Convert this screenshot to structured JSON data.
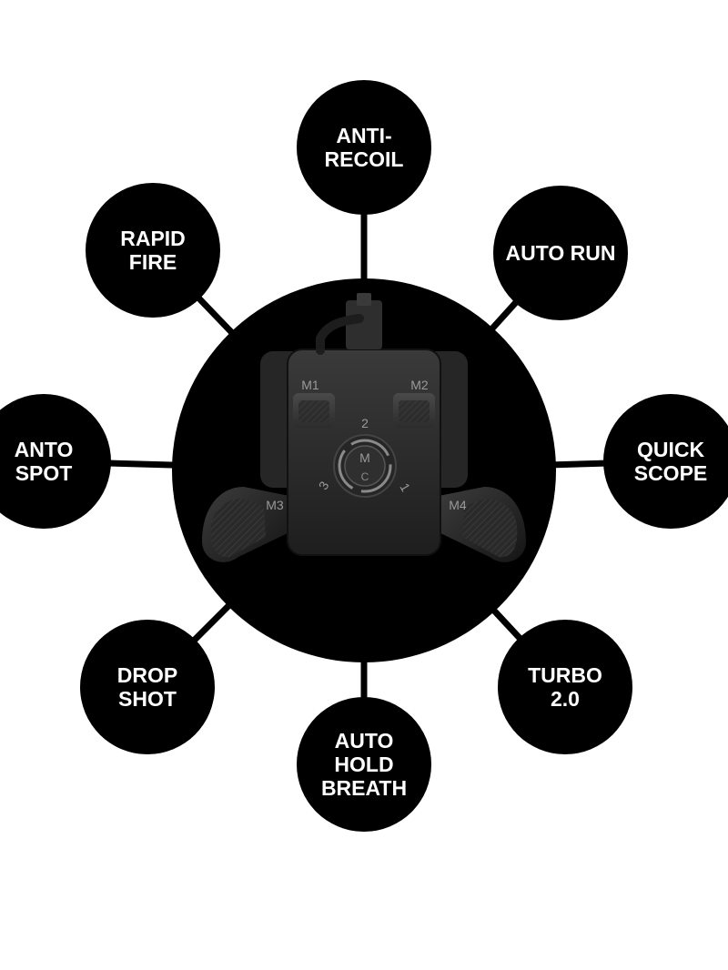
{
  "colors": {
    "background": "#ffffff",
    "node_fill": "#000000",
    "node_text": "#ffffff",
    "device_body": "#2a2a2a",
    "device_label": "#9a9a9a"
  },
  "nodes": [
    {
      "id": "anti-recoil",
      "lines": [
        "ANTI-",
        "RECOIL"
      ]
    },
    {
      "id": "auto-run",
      "lines": [
        "AUTO RUN"
      ]
    },
    {
      "id": "quick-scope",
      "lines": [
        "QUICK",
        "SCOPE"
      ]
    },
    {
      "id": "turbo",
      "lines": [
        "TURBO",
        "2.0"
      ]
    },
    {
      "id": "auto-hold-breath",
      "lines": [
        "AUTO",
        "HOLD",
        "BREATH"
      ]
    },
    {
      "id": "drop-shot",
      "lines": [
        "DROP",
        "SHOT"
      ]
    },
    {
      "id": "anto-spot",
      "lines": [
        "ANTO",
        "SPOT"
      ]
    },
    {
      "id": "rapid-fire",
      "lines": [
        "RAPID",
        "FIRE"
      ]
    }
  ],
  "device": {
    "labels": {
      "m1": "M1",
      "m2": "M2",
      "m3": "M3",
      "m4": "M4",
      "mode_2": "2",
      "mode_3": "3",
      "mode_1": "1",
      "dial_m": "M",
      "dial_c": "C"
    },
    "icon": "controller-back-paddle-attachment"
  }
}
